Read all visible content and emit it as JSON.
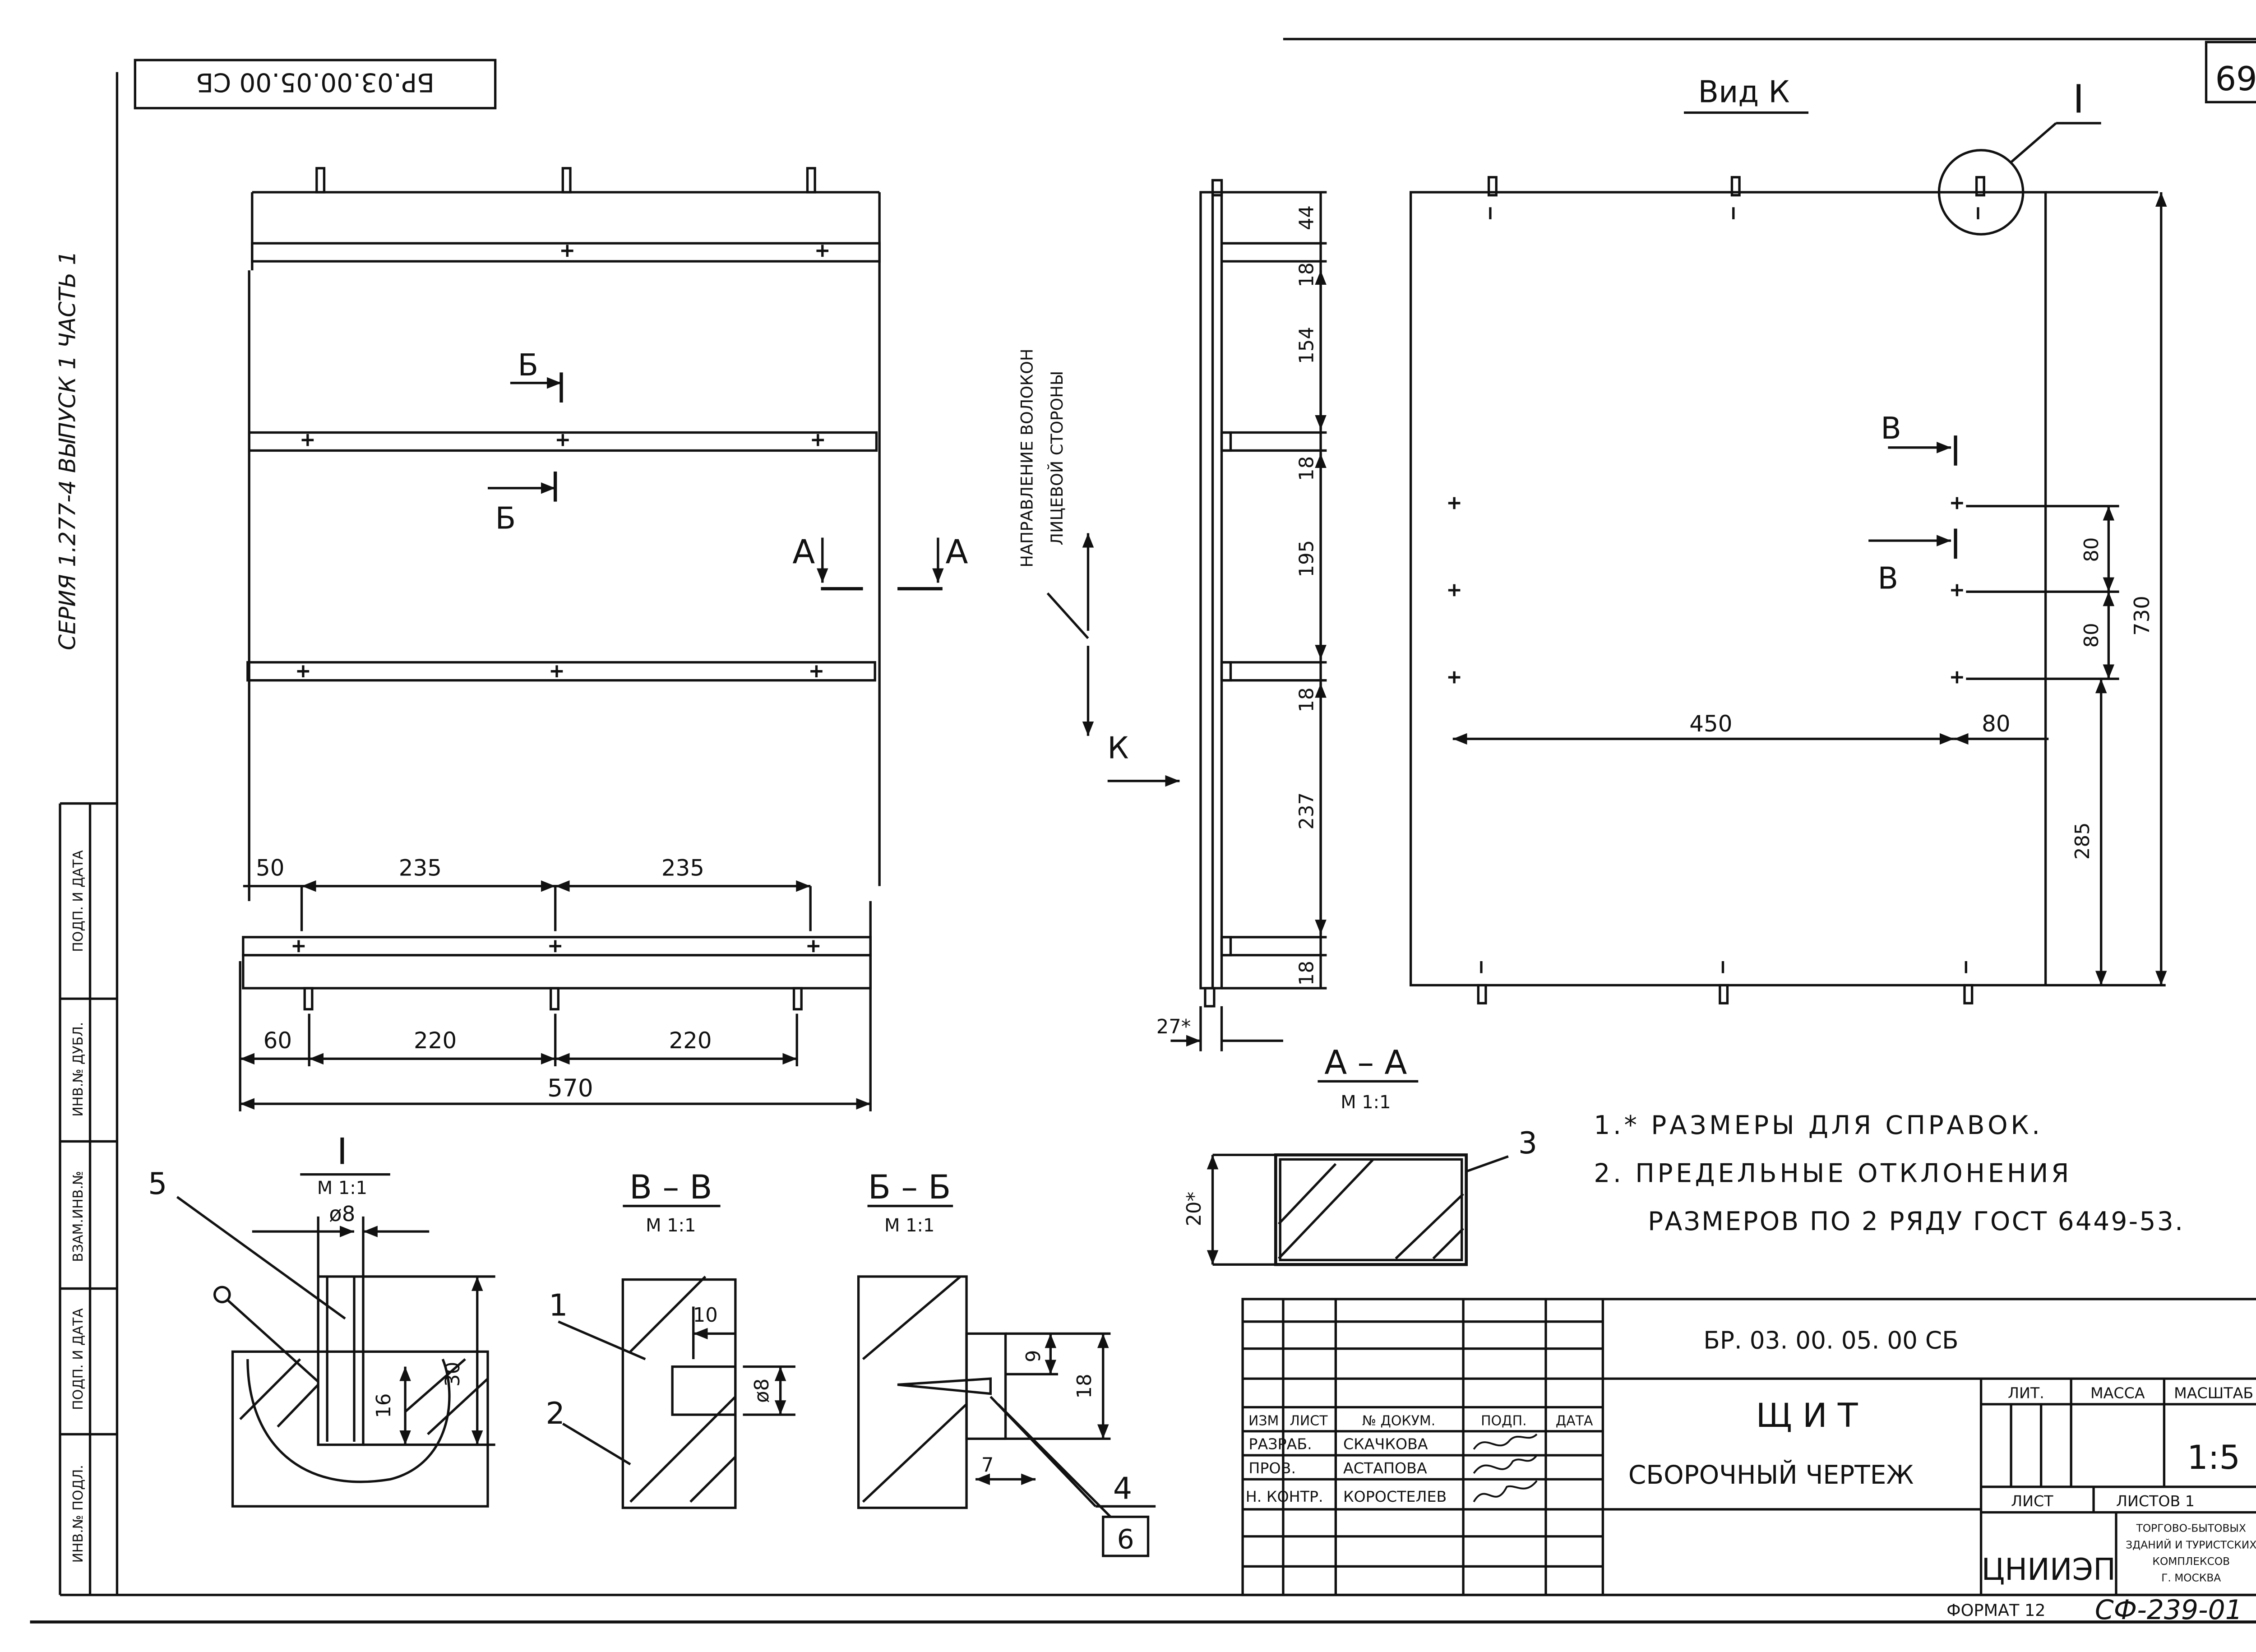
{
  "page_number": "69",
  "stamp": "БР.03.00.05.00 СБ",
  "side_series": "СЕРИЯ 1.277-4 ВЫПУСК 1 ЧАСТЬ 1",
  "side_columns": {
    "inv_podl": "ИНВ.№ ПОДЛ.",
    "podp_data_1": "ПОДП. И ДАТА",
    "vzam_inv": "ВЗАМ.ИНВ.№",
    "inv_dubl": "ИНВ.№ ДУБЛ.",
    "podp_data_2": "ПОДП. И ДАТА"
  },
  "view_k": {
    "title": "Вид К",
    "callout_I": "I",
    "dims": {
      "d450": "450",
      "d80h": "80",
      "d80a": "80",
      "d80b": "80",
      "d730": "730",
      "d285": "285"
    },
    "section_label": "В"
  },
  "main_view": {
    "section_b": "Б",
    "section_a": "А",
    "dims_top": [
      "50",
      "235",
      "235"
    ],
    "dims_bottom": [
      "60",
      "220",
      "220"
    ],
    "overall": "570"
  },
  "side_view": {
    "fiber_note_1": "НАПРАВЛЕНИЕ ВОЛОКОН",
    "fiber_note_2": "ЛИЦЕВОЙ СТОРОНЫ",
    "view_arrow": "К",
    "dims": [
      "44",
      "18",
      "154",
      "18",
      "195",
      "18",
      "237",
      "18"
    ],
    "thickness": "27*"
  },
  "section_aa": {
    "title": "А – А",
    "scale": "М 1:1",
    "dim": "20*",
    "pos": "3"
  },
  "detail_I": {
    "title": "I",
    "scale": "М 1:1",
    "dia": "ø8",
    "d30": "30",
    "d16": "16",
    "pos": "5"
  },
  "section_vv": {
    "title": "В – В",
    "scale": "М 1:1",
    "d10": "10",
    "dia": "ø8",
    "pos1": "1",
    "pos2": "2"
  },
  "section_bb": {
    "title": "Б – Б",
    "scale": "М 1:1",
    "d9": "9",
    "d18": "18",
    "d7": "7",
    "pos4": "4",
    "pos6": "6"
  },
  "notes": [
    "1.* РАЗМЕРЫ ДЛЯ СПРАВОК.",
    "2. ПРЕДЕЛЬНЫЕ ОТКЛОНЕНИЯ",
    "РАЗМЕРОВ ПО 2 РЯДУ ГОСТ 6449-53."
  ],
  "title_block": {
    "code": "БР. 03. 00. 05. 00 СБ",
    "name_1": "Щ И Т",
    "name_2": "СБОРОЧНЫЙ ЧЕРТЕЖ",
    "h_izm": "ИЗМ",
    "h_list": "ЛИСТ",
    "h_doc": "№ ДОКУМ.",
    "h_podp": "ПОДП.",
    "h_data": "ДАТА",
    "r1_role": "РАЗРАБ.",
    "r1_name": "СКАЧКОВА",
    "r2_role": "ПРОВ.",
    "r2_name": "АСТАПОВА",
    "r3_role": "Н. КОНТР.",
    "r3_name": "КОРОСТЕЛЕВ",
    "lit": "ЛИТ.",
    "massa": "МАССА",
    "masshtab": "МАСШТАБ",
    "scale_value": "1:5",
    "list": "ЛИСТ",
    "listov": "ЛИСТОВ 1",
    "org_logo": "ЦНИИЭП",
    "org_1": "ТОРГОВО-БЫТОВЫХ",
    "org_2": "ЗДАНИЙ И ТУРИСТСКИХ",
    "org_3": "КОМПЛЕКСОВ",
    "org_4": "Г. МОСКВА"
  },
  "format": "ФОРМАТ 12",
  "bottom_code": "СФ-239-01"
}
